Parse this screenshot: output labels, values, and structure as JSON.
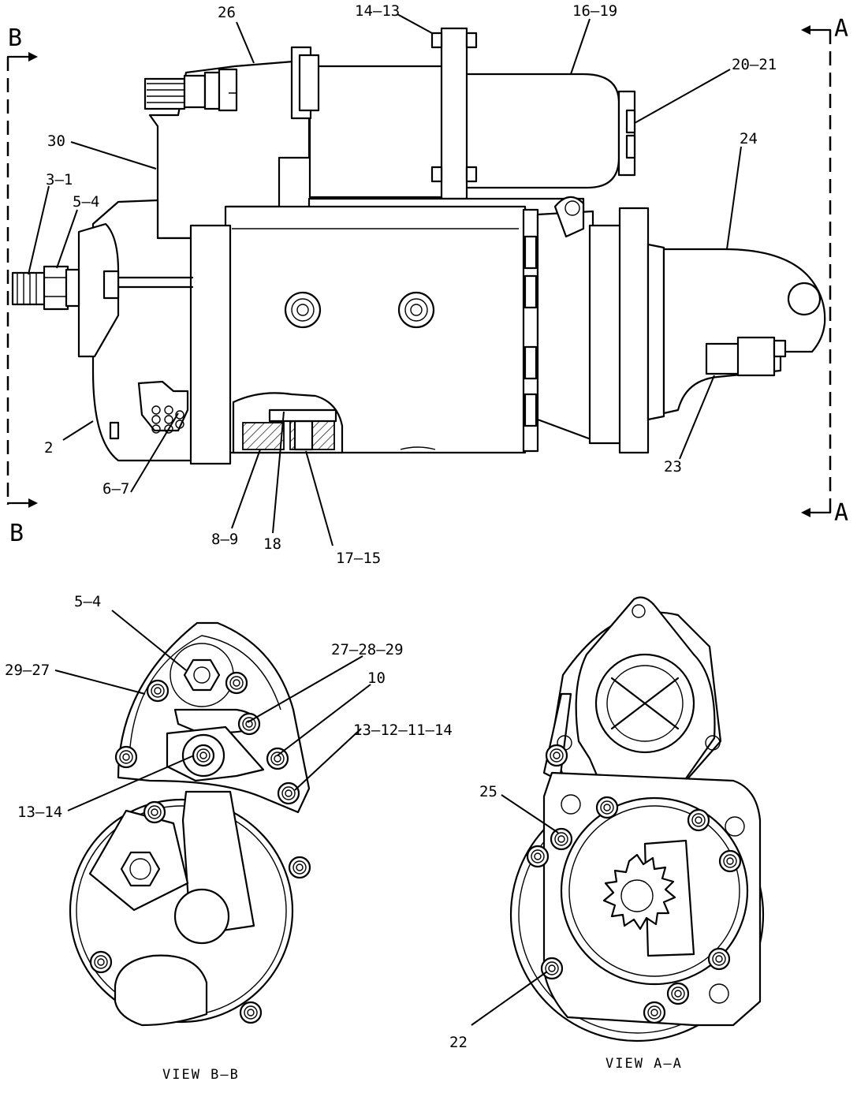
{
  "side_view": {
    "callouts": [
      "26",
      "14–13",
      "16–19",
      "20–21",
      "24",
      "30",
      "3–1",
      "5–4",
      "2",
      "6–7",
      "8–9",
      "18",
      "17–15",
      "23"
    ],
    "section_marks": [
      "B",
      "B",
      "A",
      "A"
    ]
  },
  "view_bb": {
    "title": "VIEW  B–B",
    "callouts": [
      "5–4",
      "27–28–29",
      "29–27",
      "10",
      "13–12–11–14",
      "13–14"
    ]
  },
  "view_aa": {
    "title": "VIEW  A–A",
    "callouts": [
      "25",
      "22"
    ]
  }
}
